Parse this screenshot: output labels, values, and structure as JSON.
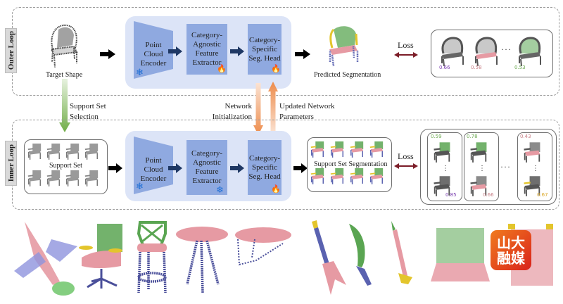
{
  "outer_loop": {
    "label": "Outer Loop",
    "target_shape_caption": "Target Shape",
    "network": {
      "encoder_label": "Point Cloud Encoder",
      "encoder_state": "frozen",
      "extractor_label": "Category-Agnostic Feature Extractor",
      "extractor_state": "trainable",
      "head_label": "Category-Specific Seg. Head",
      "head_state": "trainable"
    },
    "prediction_caption": "Predicted Segmentation",
    "loss_label": "Loss",
    "part_scores": [
      {
        "value": "0.66",
        "color": "#7b3fb0",
        "highlight": "none"
      },
      {
        "value": "0.58",
        "color": "#c77f86",
        "highlight": "seat"
      },
      {
        "value": "0.53",
        "color": "#6aa84f",
        "highlight": "back"
      }
    ],
    "ellipsis": "···"
  },
  "between": {
    "support_selection_label": "Support Set Selection",
    "network_init_label": "Network Initialization",
    "updated_params_label": "Updated Network Parameters"
  },
  "inner_loop": {
    "label": "Inner Loop",
    "support_set_caption": "Support Set",
    "network": {
      "encoder_label": "Point Cloud Encoder",
      "encoder_state": "frozen",
      "extractor_label": "Category-Agnostic Feature Extractor",
      "extractor_state": "frozen",
      "head_label": "Category-Specific Seg. Head",
      "head_state": "trainable"
    },
    "segmentation_caption": "Support Set Segmentation",
    "loss_label": "Loss",
    "score_groups": [
      {
        "top": {
          "value": "0.59",
          "color": "#6aa84f"
        },
        "bottom": {
          "value": "0.85",
          "color": "#7b3fb0"
        }
      },
      {
        "top": {
          "value": "0.78",
          "color": "#6aa84f"
        },
        "bottom": {
          "value": "0.66",
          "color": "#c77f86"
        }
      },
      {
        "top": {
          "value": "0.43",
          "color": "#c77f86"
        },
        "bottom": {
          "value": "0.67",
          "color": "#d9a520"
        }
      }
    ],
    "vertical_ellipsis": "⋮",
    "ellipsis": "···"
  },
  "gallery": {
    "objects": [
      "airplane",
      "office-chair",
      "bar-stool",
      "round-table",
      "oval-table",
      "guitar",
      "knife",
      "rocket",
      "laptop",
      "chair"
    ]
  },
  "watermark": {
    "line1": "山大",
    "line2": "融媒"
  },
  "icons": {
    "frozen": "❄",
    "trainable": "🔥"
  },
  "colors": {
    "panel_bg": "#dce4f7",
    "block_fill": "#8fa9e0",
    "flow_arrow": "#1f3864",
    "loss_arrow": "#7b1c27",
    "support_arrow": "#70ad47",
    "init_arrow": "#ed8b4a",
    "part_pink": "#e69aa3",
    "part_green": "#5aa552",
    "part_blue": "#5a62b0",
    "part_yellow": "#e3c52c"
  }
}
